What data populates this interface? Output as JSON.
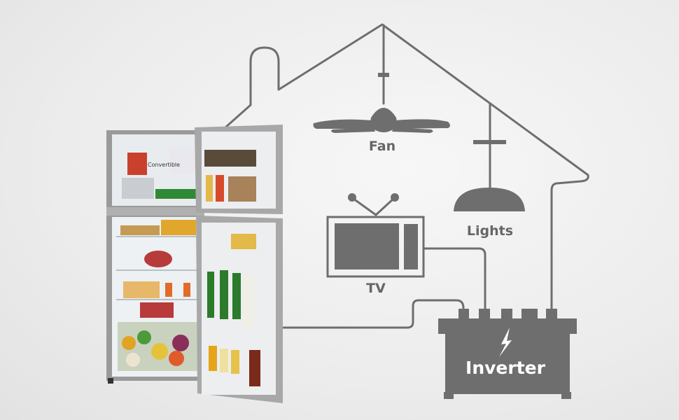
{
  "labels": {
    "fan": "Fan",
    "lights": "Lights",
    "tv": "TV",
    "inverter": "Inverter",
    "fridge_panel": "Convertible"
  },
  "colors": {
    "diagram_gray": "#6e6e6e",
    "background": "#eeeeee"
  }
}
